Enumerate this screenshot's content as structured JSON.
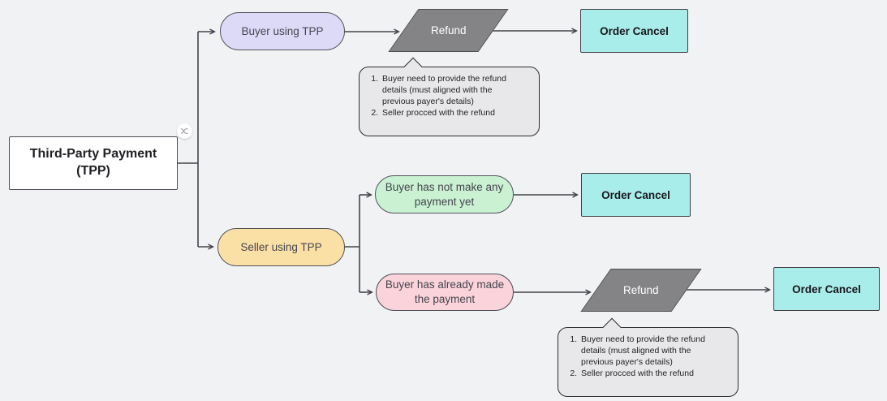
{
  "canvas": {
    "background": "#f1f2f4"
  },
  "colors": {
    "connector": "#44444a",
    "start_fill": "#ffffff",
    "buyer_pill_fill": "#dddaf8",
    "seller_pill_fill": "#fbe0a6",
    "green_pill_fill": "#c9f1d2",
    "pink_pill_fill": "#fbd3db",
    "terminal_fill": "#a9edea",
    "process_fill": "#848487",
    "note_fill": "#e8e8ea"
  },
  "nodes": {
    "root": {
      "label": "Third-Party Payment (TPP)"
    },
    "buyer_branch": {
      "label": "Buyer using TPP"
    },
    "seller_branch": {
      "label": "Seller using TPP"
    },
    "refund_top": {
      "label": "Refund"
    },
    "cancel_top": {
      "label": "Order Cancel"
    },
    "no_payment": {
      "label": "Buyer has not make any payment yet"
    },
    "cancel_mid": {
      "label": "Order Cancel"
    },
    "paid": {
      "label": "Buyer has already made the payment"
    },
    "refund_bottom": {
      "label": "Refund"
    },
    "cancel_bottom": {
      "label": "Order Cancel"
    }
  },
  "notes": {
    "top": {
      "items": [
        "Buyer need to provide the refund details (must aligned with the previous payer's details)",
        "Seller procced with the refund"
      ]
    },
    "bottom": {
      "items": [
        "Buyer need to provide the refund details (must aligned with the previous payer's details)",
        "Seller procced with the refund"
      ]
    }
  },
  "badge": {
    "icon": "split-branch-icon"
  }
}
